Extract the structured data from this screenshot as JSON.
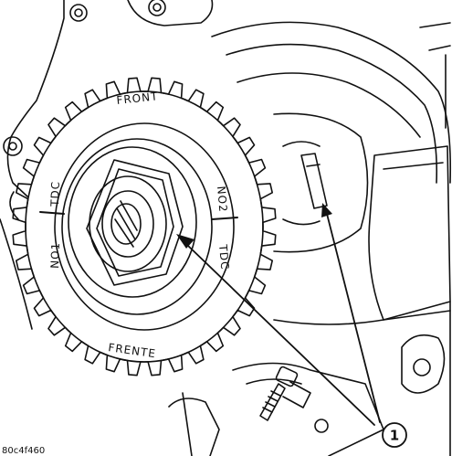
{
  "figure": {
    "id": "80c4f460",
    "sprocket_labels": {
      "front": "FRONT",
      "frente": "FRENTE",
      "no2": "NO2",
      "tdc_right": "TDC",
      "no1": "NO1",
      "tdc_left": "TDC"
    },
    "callout": "1"
  },
  "colors": {
    "line": "#111111",
    "background": "#ffffff"
  }
}
